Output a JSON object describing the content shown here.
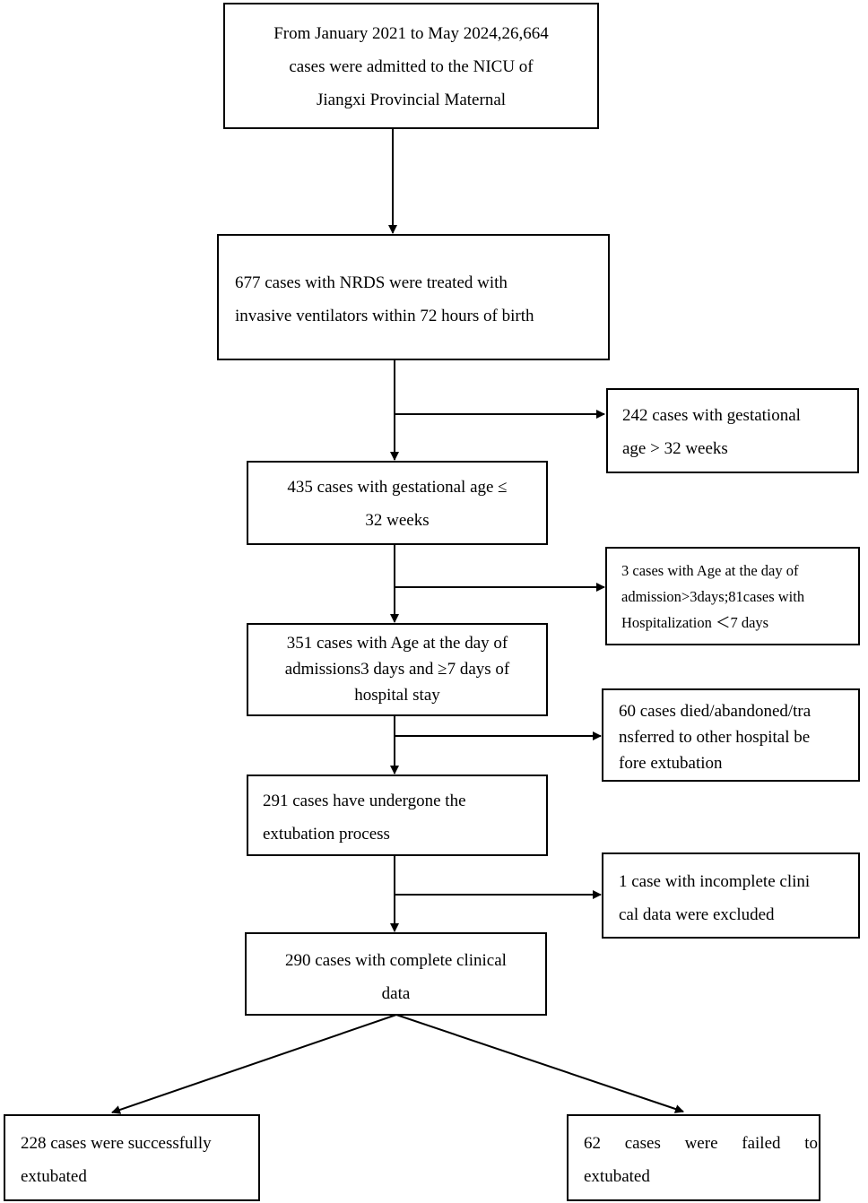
{
  "boxes": {
    "start": [
      "From January 2021 to May 2024,26,664",
      "cases were admitted to the NICU of",
      "Jiangxi Provincial Maternal"
    ],
    "nrds": [
      "677 cases with NRDS were treated with",
      "invasive ventilators within 72 hours of birth"
    ],
    "excl_ga": [
      "242 cases with gestational",
      "age > 32 weeks"
    ],
    "ga32": [
      "435 cases with gestational age ≤",
      "32 weeks"
    ],
    "excl_age": [
      "3 cases with Age at the day of",
      "admission>3days;81cases with",
      "Hospitalization ＜7 days"
    ],
    "stay": [
      "351 cases with Age at the day of",
      "admissions3 days and ≥7 days of",
      "hospital stay"
    ],
    "excl_died": [
      "60 cases died/abandoned/tra",
      "nsferred to other hospital be",
      "fore extubation"
    ],
    "extub": [
      "291 cases have undergone the",
      "extubation process"
    ],
    "excl_incomplete": [
      "1 case with incomplete clini",
      "cal data were excluded"
    ],
    "complete": [
      "290 cases with complete clinical",
      "data"
    ],
    "success": [
      "228 cases were successfully",
      "extubated"
    ],
    "failed": [
      "62 cases were failed to",
      "extubated"
    ]
  }
}
